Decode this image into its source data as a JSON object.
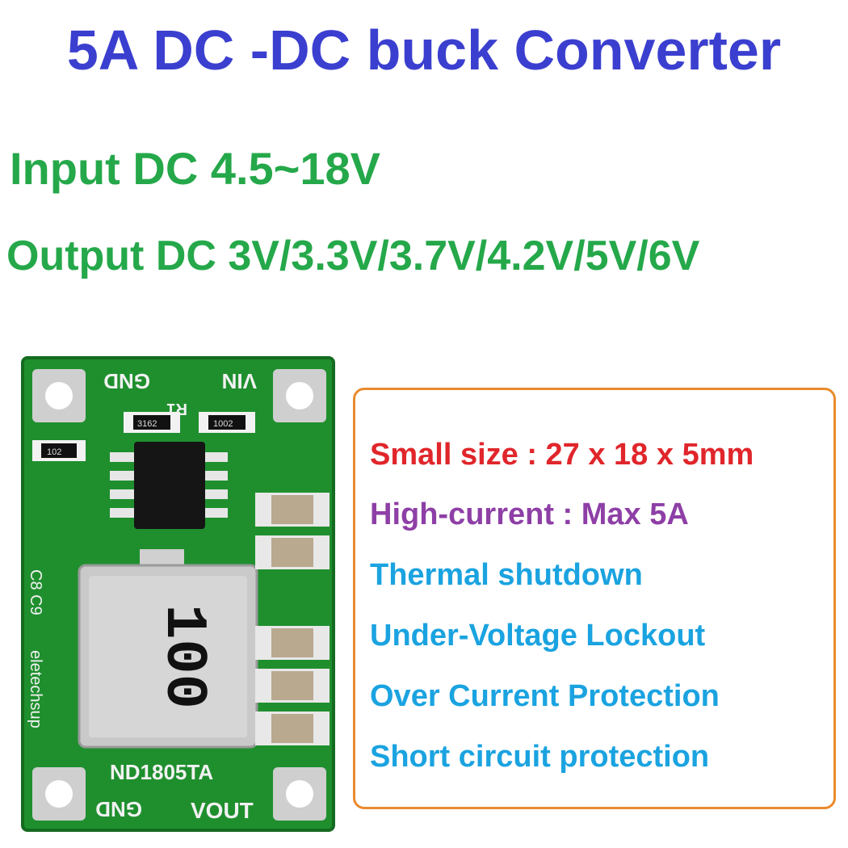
{
  "header": {
    "title": "5A DC -DC buck Converter"
  },
  "specs": {
    "input": "Input DC 4.5~18V",
    "output": "Output DC 3V/3.3V/3.7V/4.2V/5V/6V"
  },
  "board": {
    "pins": {
      "gnd_top": "GND",
      "vin": "VIN",
      "gnd_bottom": "GND",
      "vout": "VOUT"
    },
    "refs": {
      "r1": "R1",
      "c8c9": "C8 C9",
      "brand": "eletechsup",
      "model": "ND1805TA",
      "resistor_a": "3162",
      "resistor_b": "1002",
      "resistor_c": "102",
      "inductor": "100"
    },
    "colors": {
      "pcb": "#1f8f2e",
      "silk": "#f2f2f2",
      "pad": "#d8d8d8"
    }
  },
  "features": {
    "items": [
      {
        "text": "Small size : 27 x 18 x 5mm",
        "color": "#e0262b"
      },
      {
        "text": "High-current : Max 5A",
        "color": "#8e3fa6"
      },
      {
        "text": "Thermal shutdown",
        "color": "#1aa3e0"
      },
      {
        "text": "Under-Voltage Lockout",
        "color": "#1aa3e0"
      },
      {
        "text": "Over Current Protection",
        "color": "#1aa3e0"
      },
      {
        "text": "Short circuit protection",
        "color": "#1aa3e0"
      }
    ],
    "border_color": "#e98a2e"
  }
}
